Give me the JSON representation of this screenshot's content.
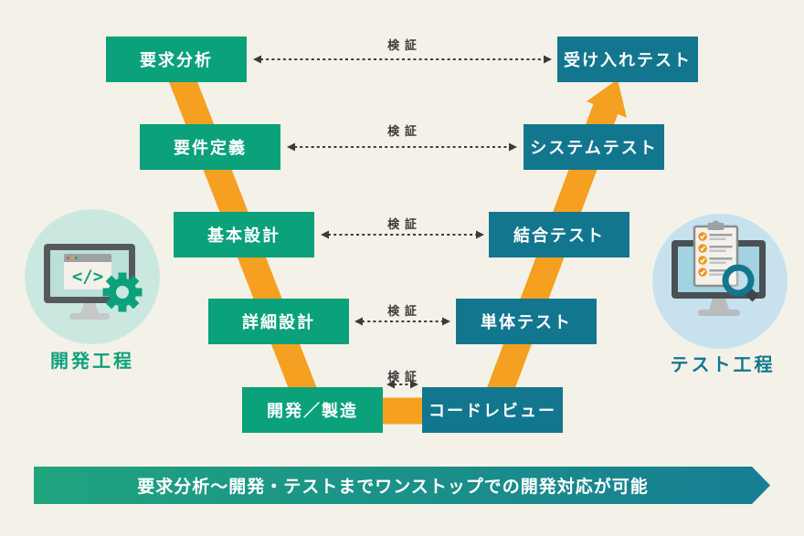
{
  "colors": {
    "bg": "#F4F2E8",
    "green": "#0BA17B",
    "teal": "#12778E",
    "orange": "#F5A021",
    "ink": "#3A3A3A",
    "banner_from": "#1FA47E",
    "banner_to": "#177E94",
    "circle_green": "#CBE8E0",
    "circle_blue": "#C8E1EE"
  },
  "stages": {
    "verify_label": "検証",
    "rows": [
      {
        "left": "要求分析",
        "right": "受け入れテスト"
      },
      {
        "left": "要件定義",
        "right": "システムテスト"
      },
      {
        "left": "基本設計",
        "right": "結合テスト"
      },
      {
        "left": "詳細設計",
        "right": "単体テスト"
      },
      {
        "left": "開発／製造",
        "right": "コードレビュー"
      }
    ]
  },
  "left_process": {
    "label": "開発工程",
    "icon": "dev-monitor-code-gear-icon"
  },
  "right_process": {
    "label": "テスト工程",
    "icon": "test-monitor-checklist-magnifier-icon"
  },
  "banner": {
    "text": "要求分析〜開発・テストまでワンストップでの開発対応が可能"
  }
}
